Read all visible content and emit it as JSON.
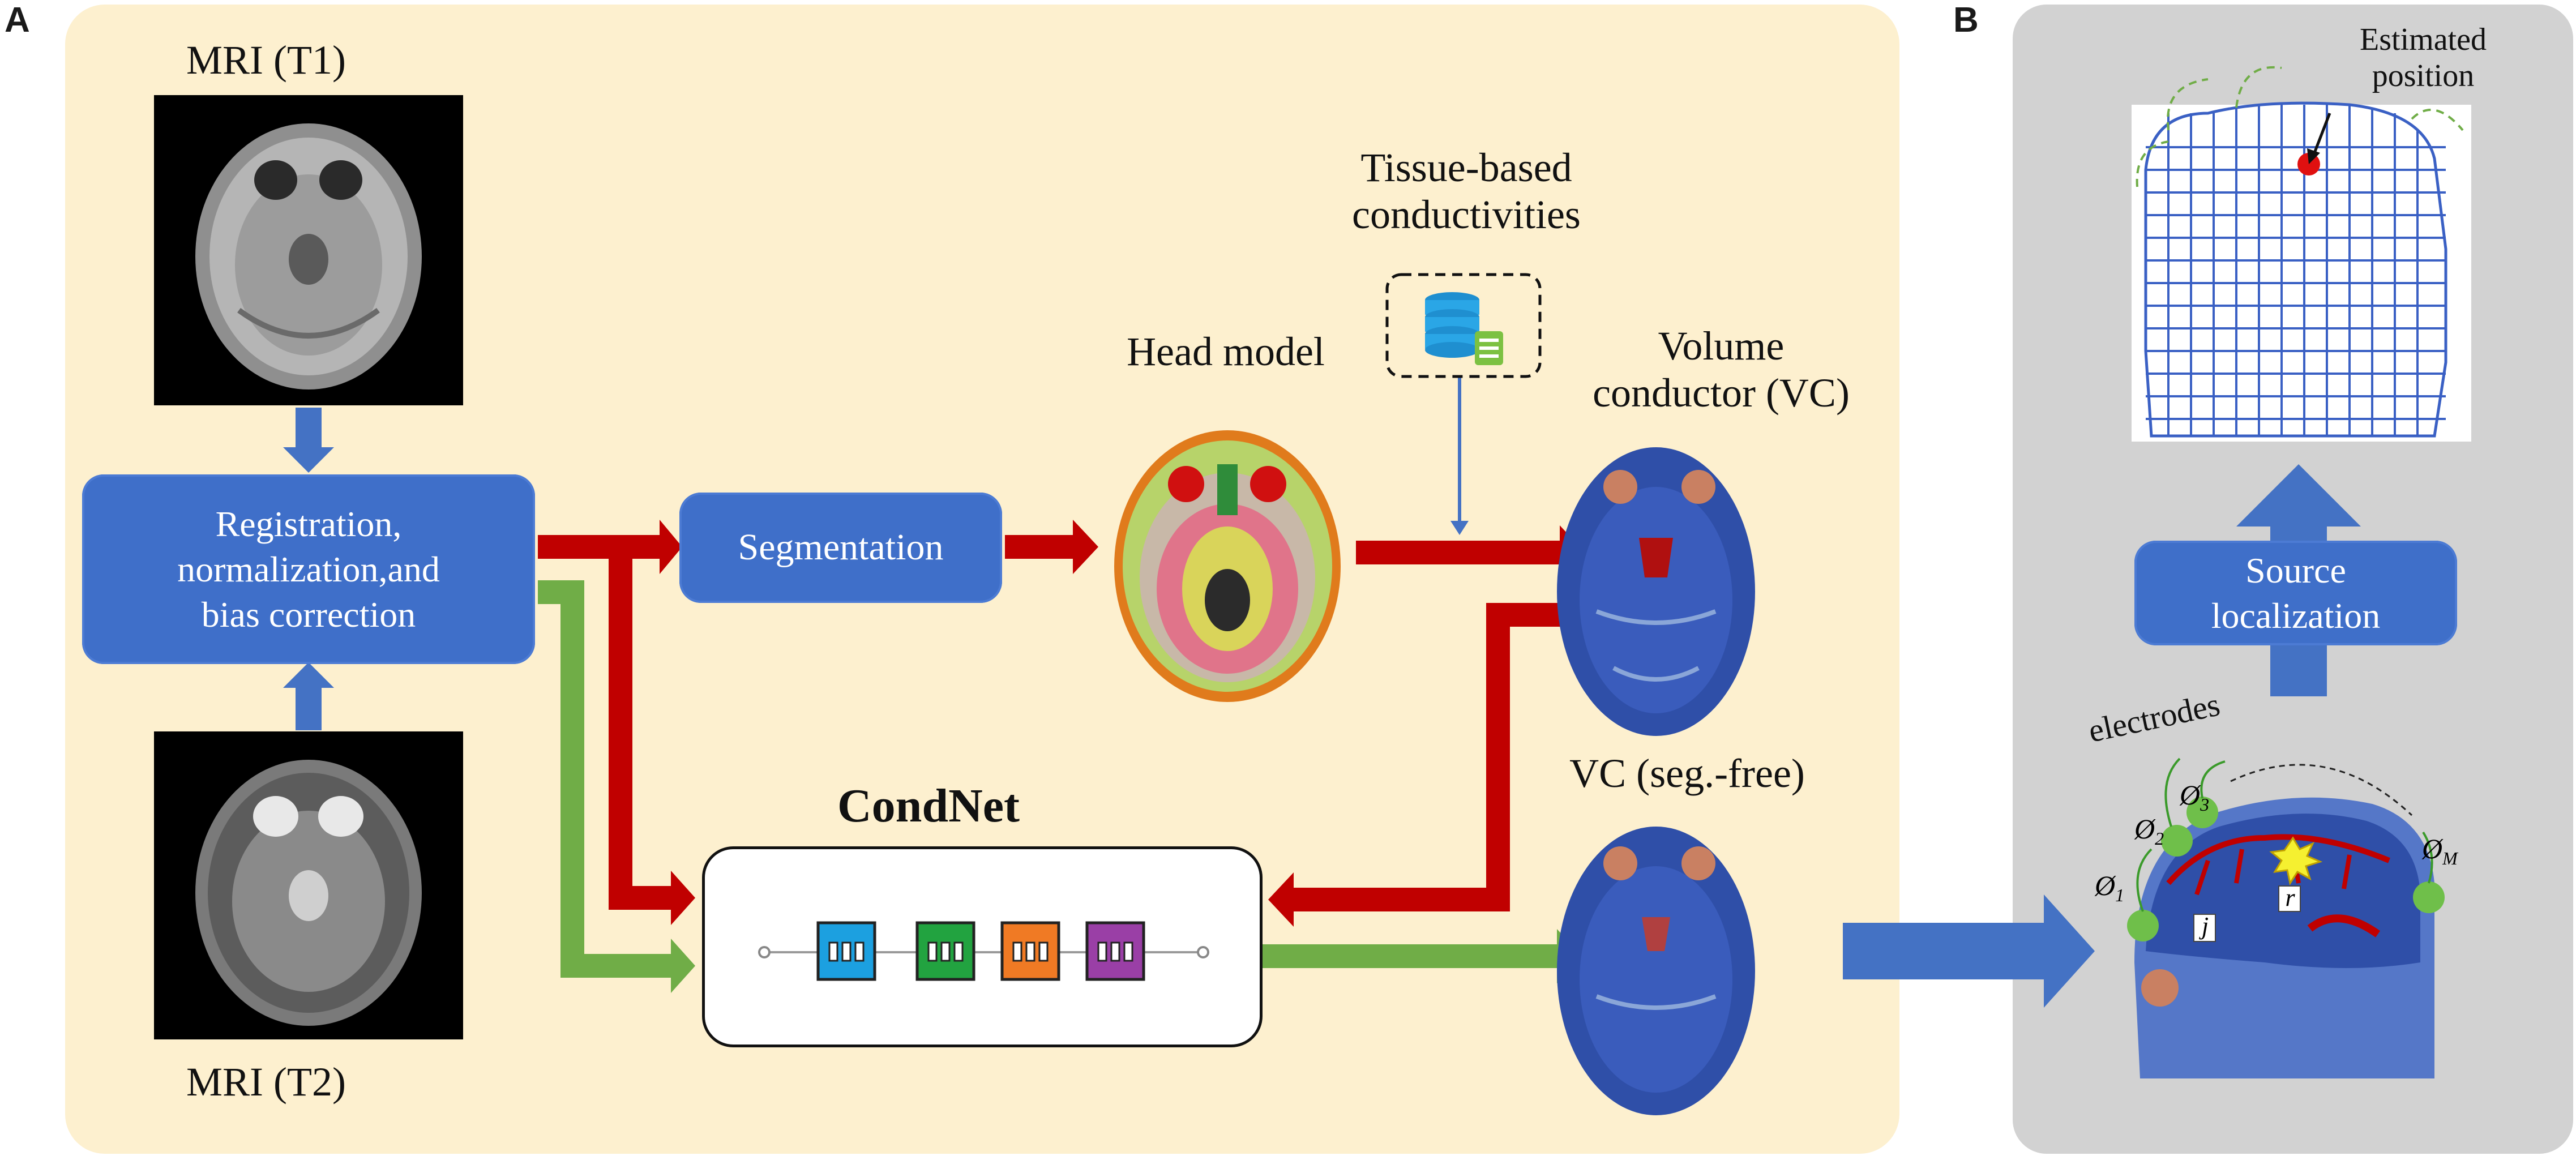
{
  "panels": {
    "a_letter": "A",
    "b_letter": "B"
  },
  "labels": {
    "mri_t1": "MRI (T1)",
    "mri_t2": "MRI (T2)",
    "registration_line1": "Registration,",
    "registration_line2": "normalization,and",
    "registration_line3": "bias correction",
    "segmentation": "Segmentation",
    "head_model": "Head model",
    "tissue_line1": "Tissue-based",
    "tissue_line2": "conductivities",
    "volume_line1": "Volume",
    "volume_line2": "conductor (VC)",
    "condnet": "CondNet",
    "vc_seg_free": "VC (seg.-free)",
    "source_line1": "Source",
    "source_line2": "localization",
    "estimated_line1": "Estimated",
    "estimated_line2": "position",
    "electrodes": "electrodes",
    "phi1": "Ø",
    "phi1_sub": "1",
    "phi2": "Ø",
    "phi2_sub": "2",
    "phi3": "Ø",
    "phi3_sub": "3",
    "phim": "Ø",
    "phim_sub": "M",
    "j": "j",
    "r": "r"
  },
  "colors": {
    "panel_a_bg": "#fdf0cf",
    "panel_b_bg": "#d2d2d2",
    "box_blue": "#3f6fc9",
    "arrow_red": "#c00000",
    "arrow_green": "#70ad47",
    "arrow_blue": "#4472c4",
    "brain_blue": "#2f4fa8",
    "block_blue": "#1ca0e0",
    "block_green": "#22a340",
    "block_orange": "#f07a24",
    "block_purple": "#9a3fa6"
  },
  "icons": {
    "database": "database-icon",
    "spark": "spark-icon"
  }
}
